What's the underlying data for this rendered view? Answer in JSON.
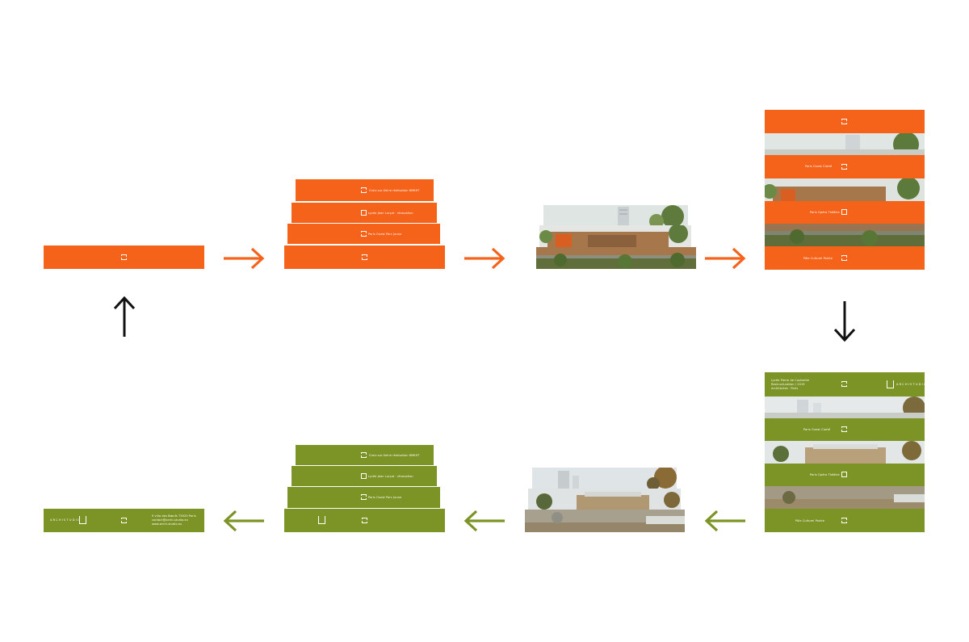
{
  "strip_text": {
    "line_top": "Croix-sur-Seine réalisation 8M€HT",
    "line_2": "Lycée Jean Lurçat · rénovation",
    "line_3": "Paris Ouest Parc Jaune",
    "line_4": "Paris Ouest Clarté",
    "line_5": "Paris Opéra Théâtre",
    "line_6": "Pôle Culturel Pointe",
    "address_1": "9 villa des Bœufs 75020 Paris",
    "address_2": "contact@archi-studio.eu",
    "address_3": "www.archi-studio.eu",
    "info_1": "Lycée Pierre de Coubertin",
    "info_2": "Restructuration / 2019",
    "info_3": "Architectes · Paris",
    "brand": "ARCHISTUDIO"
  },
  "colors": {
    "orange": "#f5621a",
    "green": "#7c9326",
    "arrow_dark": "#111111"
  },
  "icons": [
    "arrow-right-icon",
    "arrow-down-icon",
    "arrow-left-icon",
    "arrow-up-icon",
    "studio-logo-icon"
  ]
}
